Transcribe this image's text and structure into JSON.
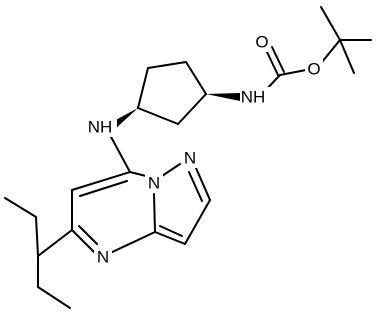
{
  "molecule": {
    "atoms": {
      "o_carbonyl": "O",
      "o_ester": "O",
      "n_carbamate": "NH",
      "n_amine": "NH",
      "n_pyrazole": "N",
      "n_bridgehead": "N",
      "n_pyrimidine": "N"
    },
    "stereo": {
      "wedge_to_carbamate_nh": "bold-wedge",
      "wedge_to_amine_nh": "bold-wedge"
    }
  },
  "colors": {
    "bond": "#000000",
    "label": "#000000",
    "background": "#ffffff"
  }
}
